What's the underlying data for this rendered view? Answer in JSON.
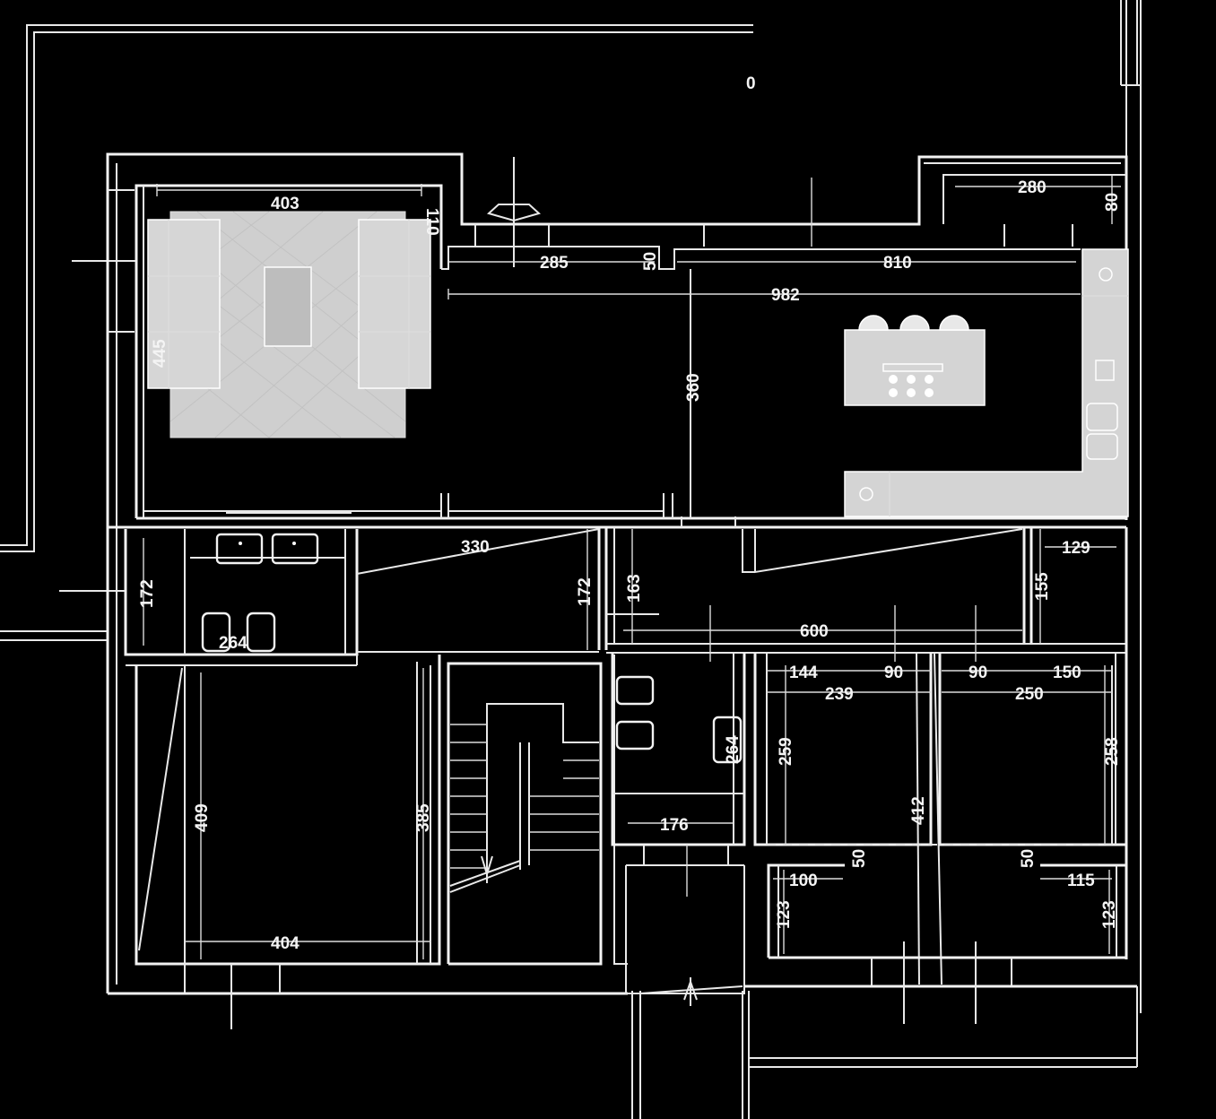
{
  "floor_plan": {
    "level_marker": "0",
    "dimensions": {
      "living_width": "403",
      "living_side_right": "110",
      "living_height": "445",
      "dim_285": "285",
      "dim_50_top": "50",
      "dim_810": "810",
      "dim_982": "982",
      "dim_360": "360",
      "terrace_width": "280",
      "terrace_depth": "80",
      "bath_172_left": "172",
      "bath_264": "264",
      "hall_330": "330",
      "hall_172": "172",
      "hall_163": "163",
      "dim_600": "600",
      "dim_129": "129",
      "dim_155": "155",
      "room_409": "409",
      "room_404": "404",
      "stair_385": "385",
      "wc_176": "176",
      "wc_264": "264",
      "bed_144": "144",
      "bed_90_a": "90",
      "bed_90_b": "90",
      "bed_150": "150",
      "bed_239": "239",
      "bed_250": "250",
      "bed_259": "259",
      "bed_258": "258",
      "dim_412": "412",
      "closet_50_a": "50",
      "closet_50_b": "50",
      "closet_100": "100",
      "closet_115": "115",
      "closet_123_a": "123",
      "closet_123_b": "123"
    }
  }
}
